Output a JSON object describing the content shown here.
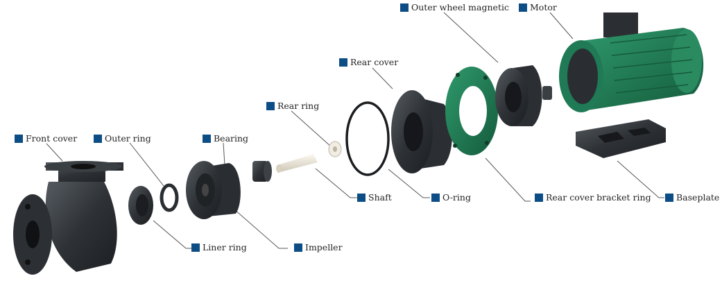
{
  "colors": {
    "marker": "#0d4d86",
    "leader_line": "#555555",
    "plastic": "#2f3337",
    "motor": "#1f7a55",
    "bracket": "#3f8f73",
    "shaft": "#e9e4d8"
  },
  "labels": {
    "front_cover": "Front cover",
    "outer_ring": "Outer ring",
    "bearing": "Bearing",
    "rear_ring": "Rear ring",
    "rear_cover": "Rear cover",
    "outer_wheel_magnetic": "Outer wheel magnetic",
    "motor": "Motor",
    "shaft": "Shaft",
    "o_ring": "O-ring",
    "rear_cover_bracket_ring": "Rear cover bracket ring",
    "baseplate": "Baseplate",
    "liner_ring": "Liner ring",
    "impeller": "Impeller"
  }
}
